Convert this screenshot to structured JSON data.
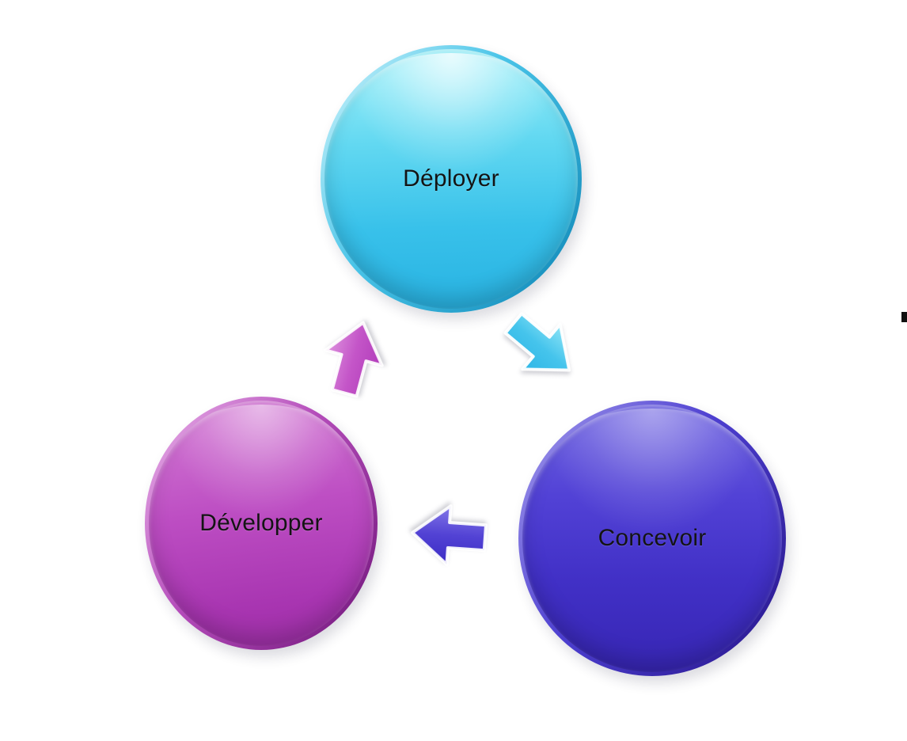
{
  "page": {
    "background_color": "#ffffff"
  },
  "diagram": {
    "type": "cycle",
    "nodes": [
      {
        "id": "deployer",
        "label": "Déployer",
        "position": "top",
        "color_light": "#8deef8",
        "color_dark": "#1fa9dd"
      },
      {
        "id": "concevoir",
        "label": "Concevoir",
        "position": "bottom-right",
        "color_light": "#6a58e0",
        "color_dark": "#3a22b4"
      },
      {
        "id": "developper",
        "label": "Développer",
        "position": "bottom-left",
        "color_light": "#cf6fd0",
        "color_dark": "#9c2ba6"
      }
    ],
    "arrows": [
      {
        "from": "Déployer",
        "to": "Concevoir",
        "direction": "southeast",
        "color": "#3cc0ea"
      },
      {
        "from": "Concevoir",
        "to": "Développer",
        "direction": "west",
        "color": "#4a3ad8"
      },
      {
        "from": "Développer",
        "to": "Déployer",
        "direction": "north-northeast",
        "color": "#c455c8"
      }
    ]
  }
}
